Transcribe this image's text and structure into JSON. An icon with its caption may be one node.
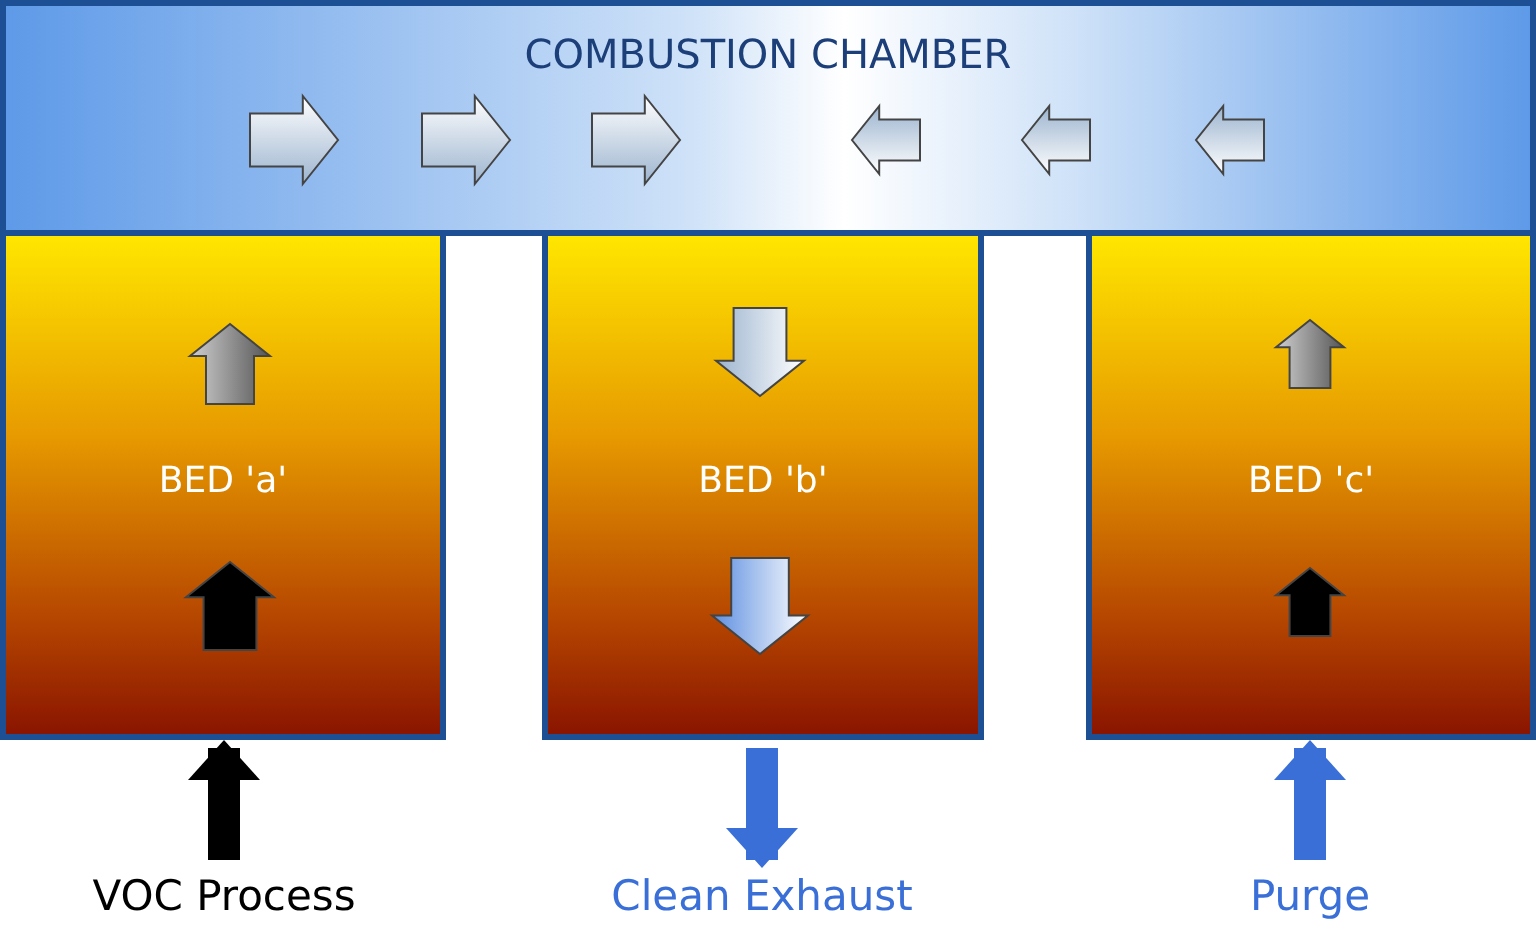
{
  "diagram": {
    "nodes": [
      {
        "text": [
          "COMBUSTION CHAMBER"
        ]
      },
      {
        "text": [
          "BED 'a'"
        ]
      },
      {
        "text": [
          "BED 'b'"
        ]
      },
      {
        "text": [
          "BED 'c'"
        ]
      },
      {
        "text": [
          "VOC Process"
        ]
      },
      {
        "text": [
          "Clean Exhaust"
        ]
      },
      {
        "text": [
          "Purge"
        ]
      }
    ],
    "edges": [
      {
        "from": 4,
        "to": 1,
        "arrow": "to",
        "color": "#000000"
      },
      {
        "from": 2,
        "to": 5,
        "arrow": "to"
      },
      {
        "from": 6,
        "to": 3,
        "arrow": "to"
      }
    ]
  }
}
